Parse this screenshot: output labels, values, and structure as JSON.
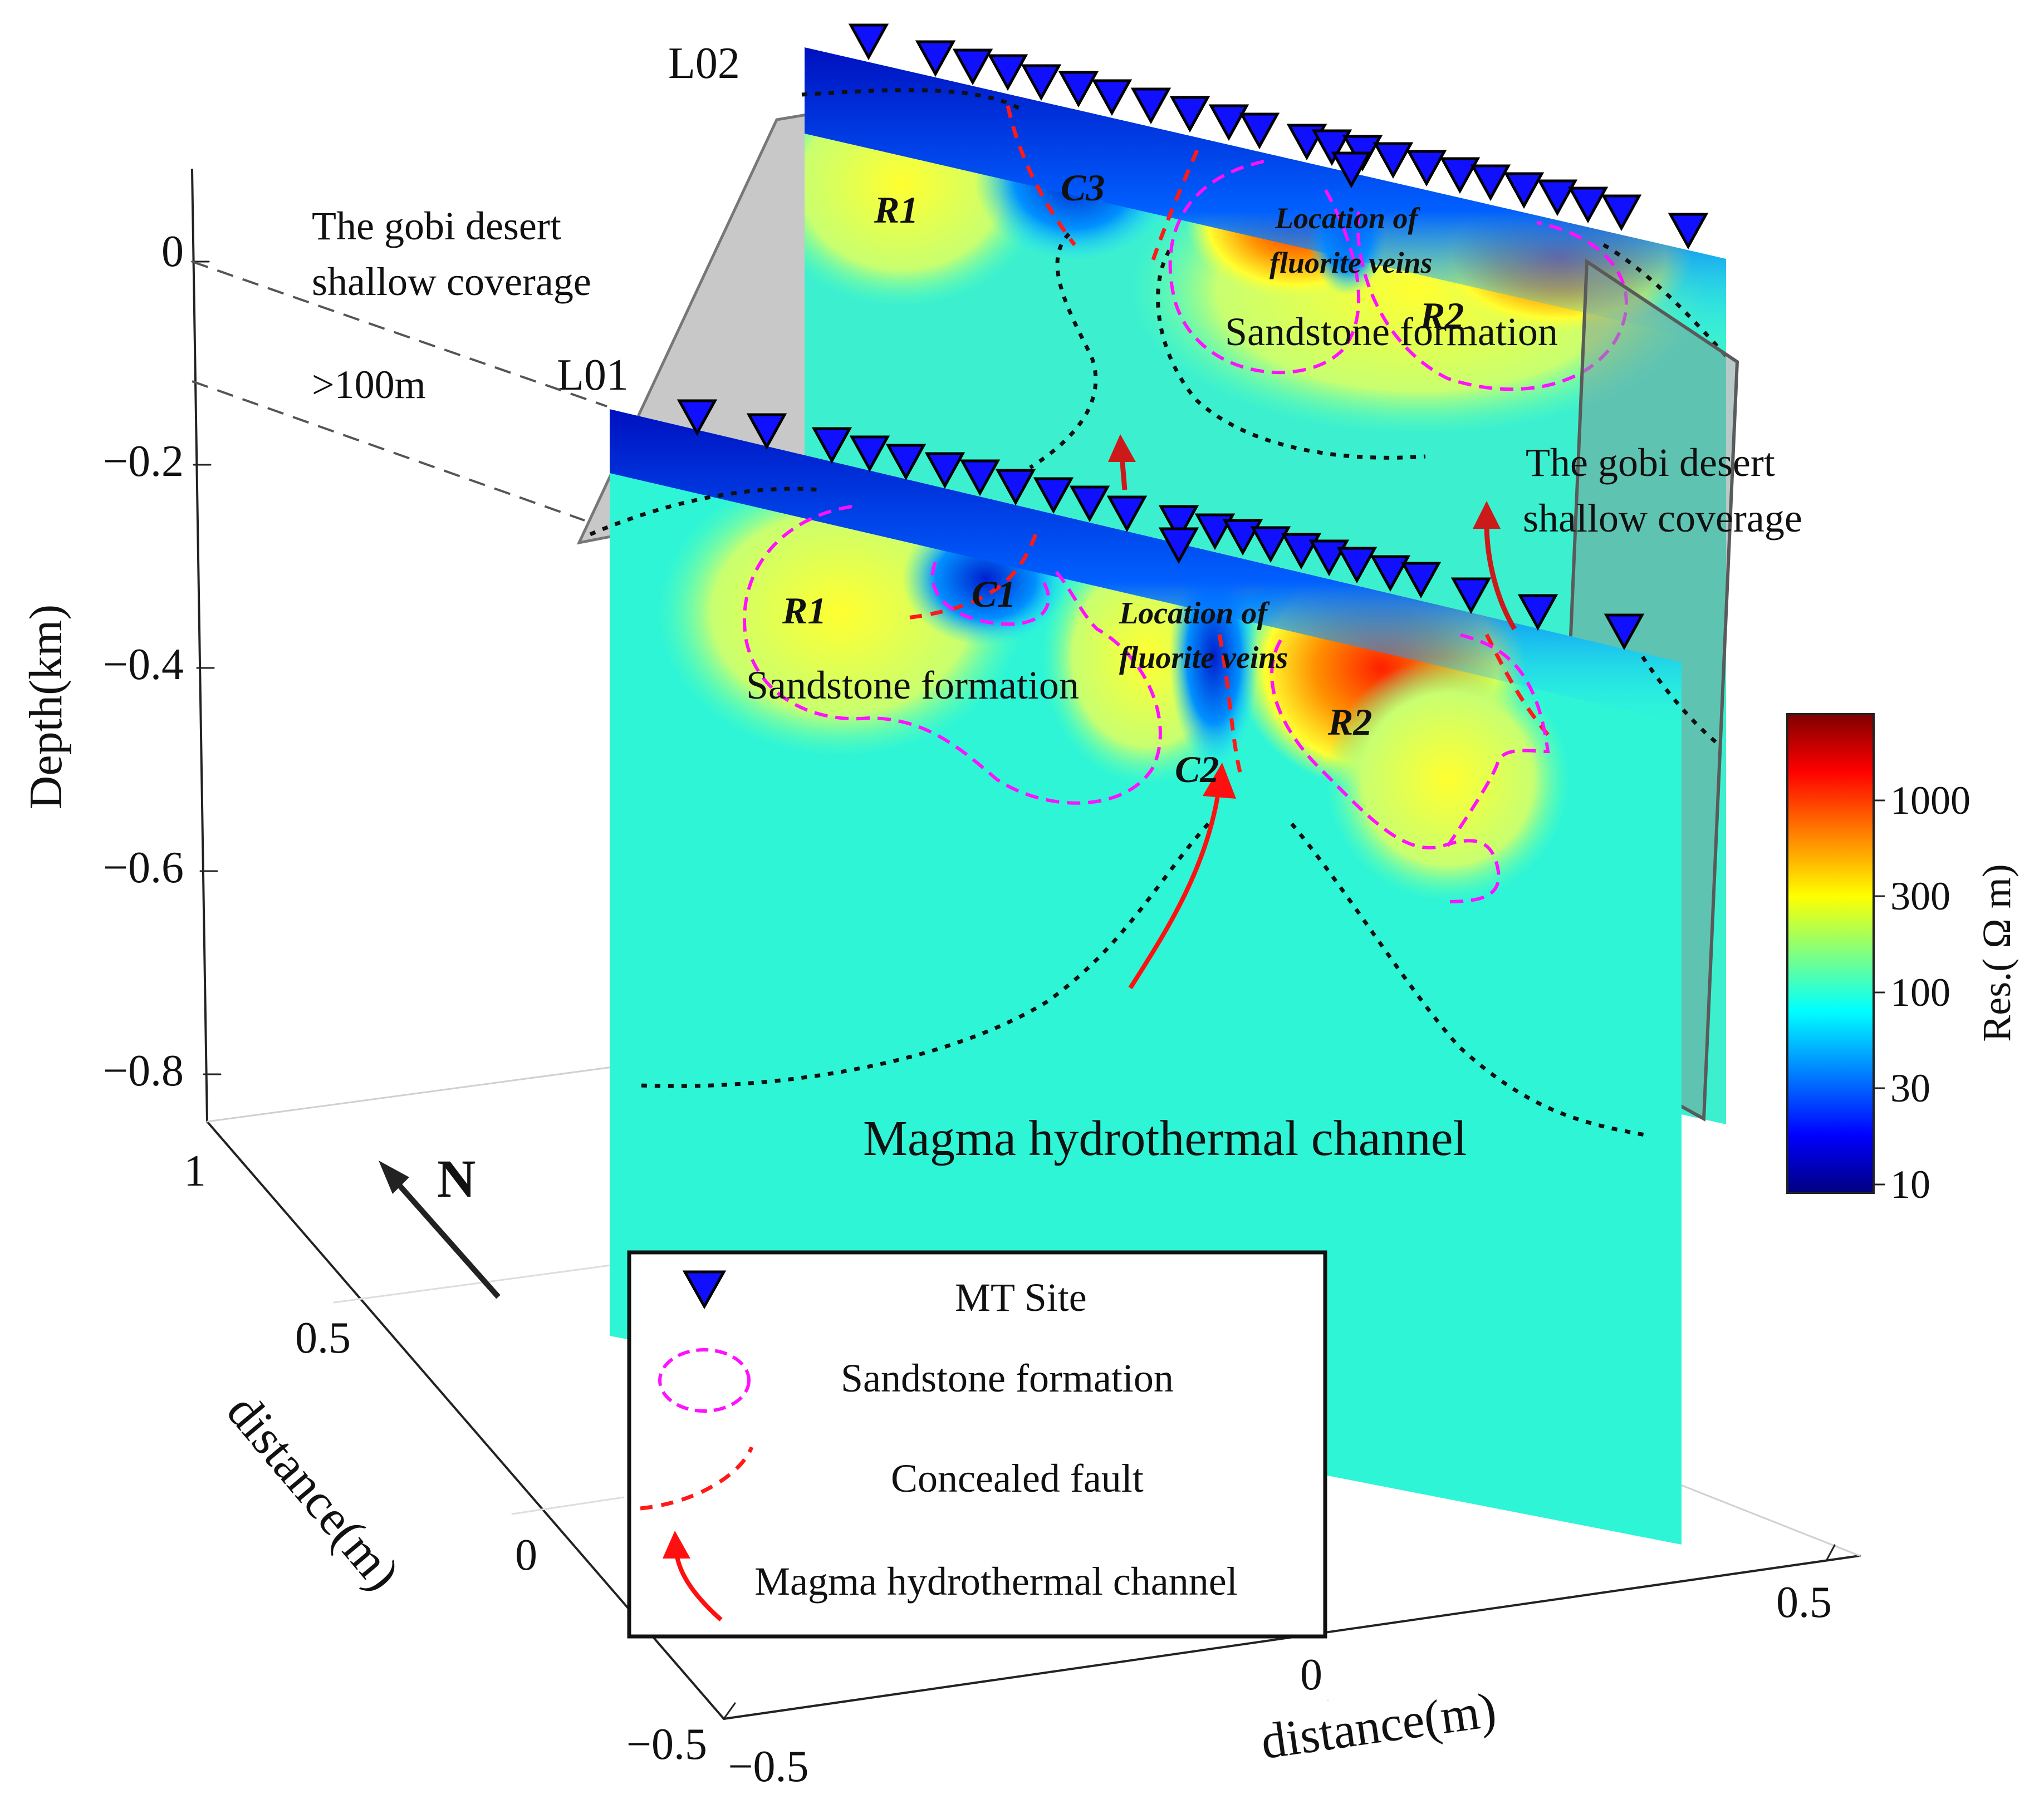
{
  "profiles": {
    "l02": "L02",
    "l01": "L01"
  },
  "annotations": {
    "gobi_line1": "The gobi desert",
    "gobi_line2": "shallow coverage",
    "depth_100m": ">100m",
    "north": "N",
    "magma_channel": "Magma hydrothermal channel",
    "sandstone_l02": "Sandstone formation",
    "sandstone_l01": "Sandstone formation",
    "fluorite_line1": "Location of",
    "fluorite_line2": "fluorite veins"
  },
  "anomalies": {
    "l02": [
      "R1",
      "C3",
      "R2"
    ],
    "l01": [
      "R1",
      "C1",
      "R2",
      "C2"
    ]
  },
  "axes": {
    "depth_label": "Depth(km)",
    "depth_ticks": [
      "0",
      "−0.2",
      "−0.4",
      "−0.6",
      "−0.8"
    ],
    "y_label": "distance(m)",
    "y_ticks": [
      "1",
      "0.5",
      "0",
      "−0.5"
    ],
    "x_label": "distance(m)",
    "x_ticks": [
      "−0.5",
      "0",
      "0.5"
    ]
  },
  "colorbar": {
    "label": "Res.( Ω m)",
    "ticks": [
      "1000",
      "300",
      "100",
      "30",
      "10"
    ],
    "colors": [
      "#000080",
      "#0000ff",
      "#0080ff",
      "#00ffff",
      "#80ff80",
      "#ffff00",
      "#ff8000",
      "#ff0000",
      "#800000"
    ]
  },
  "legend": {
    "mt_site": "MT Site",
    "sandstone": "Sandstone formation",
    "fault": "Concealed fault",
    "channel": "Magma hydrothermal channel"
  },
  "colors": {
    "mt_site": "#0000ff",
    "sandstone": "#ff00ff",
    "fault": "#ff0000",
    "channel": "#ff0000",
    "background_resistivity": "#2ef5d6"
  }
}
